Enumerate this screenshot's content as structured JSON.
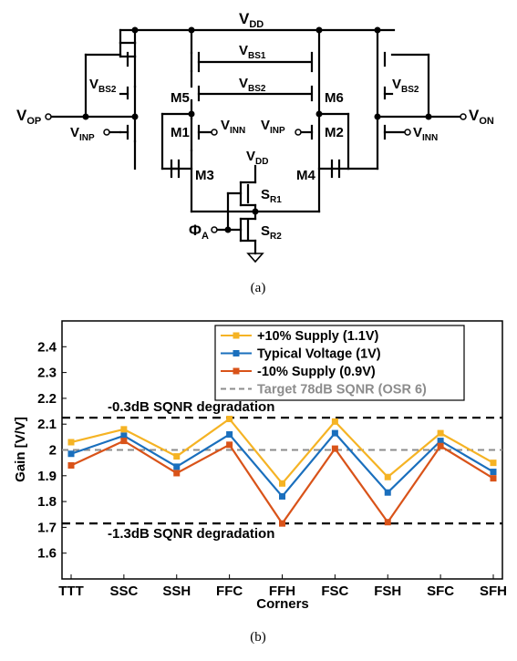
{
  "circuit": {
    "vdd_top": {
      "main": "V",
      "sub": "DD"
    },
    "vbs1": {
      "main": "V",
      "sub": "BS1"
    },
    "vbs2_mid": {
      "main": "V",
      "sub": "BS2"
    },
    "vbs2_left": {
      "main": "V",
      "sub": "BS2"
    },
    "vbs2_right": {
      "main": "V",
      "sub": "BS2"
    },
    "vop": {
      "main": "V",
      "sub": "OP"
    },
    "von": {
      "main": "V",
      "sub": "ON"
    },
    "vinp_left": {
      "main": "V",
      "sub": "INP"
    },
    "vinn_right": {
      "main": "V",
      "sub": "INN"
    },
    "vinn_m1": {
      "main": "V",
      "sub": "INN"
    },
    "vinp_m2": {
      "main": "V",
      "sub": "INP"
    },
    "vdd_switch": {
      "main": "V",
      "sub": "DD"
    },
    "sr1": {
      "main": "S",
      "sub": "R1"
    },
    "sr2": {
      "main": "S",
      "sub": "R2"
    },
    "phi_a": {
      "main": "Φ",
      "sub": "A"
    },
    "m1": "M1",
    "m2": "M2",
    "m3": "M3",
    "m4": "M4",
    "m5": "M5",
    "m6": "M6",
    "caption": "(a)"
  },
  "chart_caption": "(b)",
  "chart_data": {
    "type": "line",
    "categories": [
      "TTT",
      "SSC",
      "SSH",
      "FFC",
      "FFH",
      "FSC",
      "FSH",
      "SFC",
      "SFH"
    ],
    "series": [
      {
        "name": "+10% Supply (1.1V)",
        "color": "#f5b324",
        "values": [
          2.03,
          2.08,
          1.975,
          2.12,
          1.87,
          2.11,
          1.895,
          2.065,
          1.95
        ]
      },
      {
        "name": "Typical Voltage (1V)",
        "color": "#1a6fbd",
        "values": [
          1.985,
          2.055,
          1.935,
          2.06,
          1.82,
          2.065,
          1.835,
          2.035,
          1.915
        ]
      },
      {
        "name": "-10% Supply (0.9V)",
        "color": "#d95319",
        "values": [
          1.94,
          2.035,
          1.91,
          2.02,
          1.715,
          2.005,
          1.72,
          2.015,
          1.89
        ]
      }
    ],
    "reference_lines": [
      {
        "name": "Target 78dB SQNR (OSR 6)",
        "value": 2.0,
        "color": "#8c8c8c",
        "style": "dashed"
      },
      {
        "name": "-0.3dB SQNR degradation",
        "value": 2.125,
        "color": "#000000",
        "style": "dashed"
      },
      {
        "name": "-1.3dB SQNR degradation",
        "value": 1.715,
        "color": "#000000",
        "style": "dashed"
      }
    ],
    "xlabel": "Corners",
    "ylabel": "Gain [V/V]",
    "ylim": [
      1.5,
      2.5
    ],
    "yticks": [
      "1.6",
      "1.7",
      "1.8",
      "1.9",
      "2",
      "2.1",
      "2.2",
      "2.3",
      "2.4"
    ],
    "grid": false,
    "legend_position": "top-right"
  }
}
